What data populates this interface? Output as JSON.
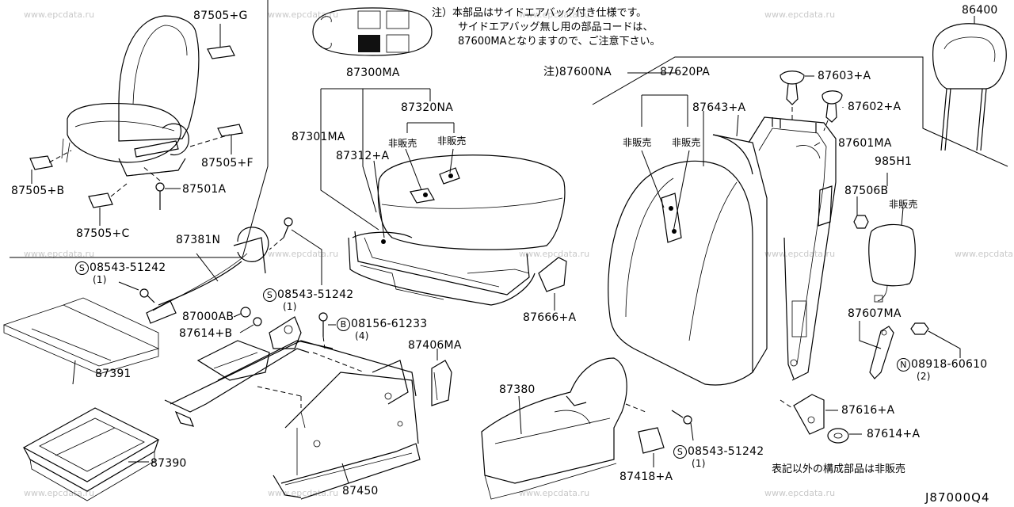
{
  "diagram": {
    "watermark": "www.epcdata.ru",
    "diagram_code": "J87000Q4",
    "notes": {
      "airbag_line1": "注）本部品はサイドエアバッグ付き仕様です。",
      "airbag_line2": "サイドエアバッグ無し用の部品コードは、",
      "airbag_line3": "87600MAとなりますので、ご注意下さい。",
      "back_assembly": "注)87600NA",
      "footer": "表記以外の構成部品は非販売"
    },
    "not_sold": "非販売",
    "parts": {
      "p87505G": "87505+G",
      "p87505F": "87505+F",
      "p87505B": "87505+B",
      "p87505C": "87505+C",
      "p87501A": "87501A",
      "p87300MA": "87300MA",
      "p87320NA": "87320NA",
      "p87301MA": "87301MA",
      "p87312A": "87312+A",
      "p87381N": "87381N",
      "p87000AB": "87000AB",
      "p87614B": "87614+B",
      "p87391": "87391",
      "p87390": "87390",
      "p87450": "87450",
      "p87406MA": "87406MA",
      "p87666A": "87666+A",
      "p87380": "87380",
      "p87418A": "87418+A",
      "p87620PA": "87620PA",
      "p87643A": "87643+A",
      "p87603A": "87603+A",
      "p87602A": "87602+A",
      "p87601MA": "87601MA",
      "p86400": "86400",
      "p985H1": "985H1",
      "p87506B": "87506B",
      "p87607MA": "87607MA",
      "p87616A": "87616+A",
      "p87614A": "87614+A"
    },
    "fasteners": {
      "s1": {
        "prefix": "S",
        "code": "08543-51242",
        "qty": "(1)"
      },
      "s2": {
        "prefix": "S",
        "code": "08543-51242",
        "qty": "(1)"
      },
      "s3": {
        "prefix": "S",
        "code": "08543-51242",
        "qty": "(1)"
      },
      "b1": {
        "prefix": "B",
        "code": "08156-61233",
        "qty": "(4)"
      },
      "n1": {
        "prefix": "N",
        "code": "08918-60610",
        "qty": "(2)"
      }
    }
  }
}
